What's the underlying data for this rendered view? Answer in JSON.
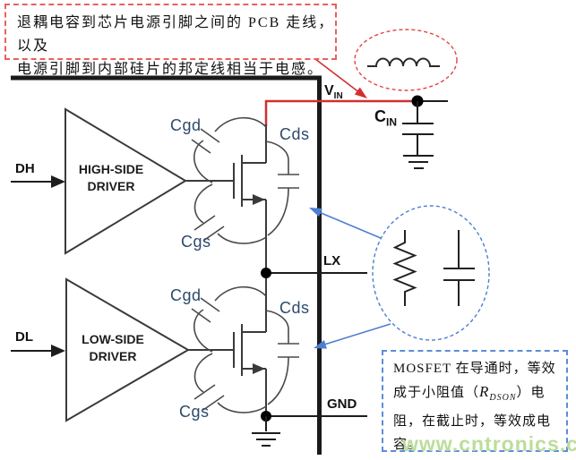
{
  "annotations": {
    "inductance_note": {
      "line1": "退耦电容到芯片电源引脚之间的 PCB 走线，以及",
      "line2": "电源引脚到内部硅片的邦定线相当于电感。"
    },
    "rdson_note": {
      "line1": "MOSFET 在导通时，等效",
      "line2_pre": "成于小阻值（",
      "line2_r": "R",
      "line2_rsub": "DSON",
      "line2_post": "）电",
      "line3": "阻，在截止时，等效成电",
      "line4": "容。"
    }
  },
  "watermark": "www.cntronics.com",
  "drivers": {
    "high": {
      "input_label": "DH",
      "name_line1": "HIGH-SIDE",
      "name_line2": "DRIVER"
    },
    "low": {
      "input_label": "DL",
      "name_line1": "LOW-SIDE",
      "name_line2": "DRIVER"
    }
  },
  "nets": {
    "vin_main": "V",
    "vin_sub": "IN",
    "lx": "LX",
    "gnd": "GND",
    "cin_main": "C",
    "cin_sub": "IN"
  },
  "capacitors": {
    "high_cgd": "Cgd",
    "high_cds": "Cds",
    "high_cgs": "Cgs",
    "low_cgd": "Cgd",
    "low_cds": "Cds",
    "low_cgs": "Cgs"
  },
  "symbols": {
    "inductor": "inductor-coil",
    "resistor": "resistor-zigzag",
    "capacitor": "capacitor-plates"
  },
  "colors": {
    "trace_red": "#d03030",
    "callout_blue": "#4d7fd0",
    "label_blue": "#2d4a6b",
    "watermark_green": "#b9dc96"
  }
}
